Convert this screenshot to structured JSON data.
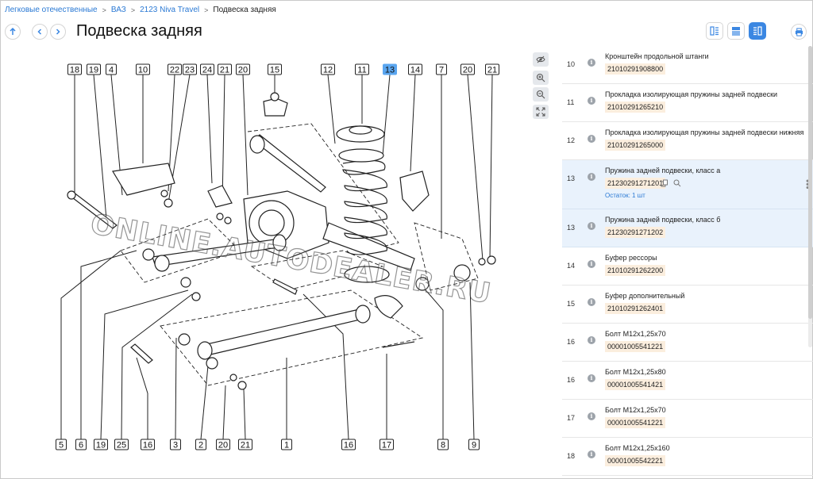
{
  "breadcrumb": {
    "items": [
      "Легковые отечественные",
      "ВАЗ",
      "2123 Niva Travel"
    ],
    "current": "Подвеска задняя"
  },
  "page": {
    "title": "Подвеска задняя"
  },
  "watermark": "ONLINE.AUTODEALER.RU",
  "diagram": {
    "callouts_top": [
      "18",
      "19",
      "4",
      "10",
      "22",
      "23",
      "24",
      "21",
      "20",
      "15",
      "12",
      "11",
      "13",
      "14",
      "7",
      "20",
      "21"
    ],
    "callouts_bottom": [
      "5",
      "6",
      "19",
      "25",
      "16",
      "3",
      "2",
      "20",
      "21",
      "1",
      "16",
      "17",
      "8",
      "9"
    ],
    "highlighted": "13"
  },
  "parts": [
    {
      "num": "10",
      "name": "Кронштейн продольной штанги",
      "article": "21010291908800"
    },
    {
      "num": "11",
      "name": "Прокладка изолирующая пружины задней подвески",
      "article": "21010291265210"
    },
    {
      "num": "12",
      "name": "Прокладка изолирующая пружины задней подвески нижняя",
      "article": "21010291265000"
    },
    {
      "num": "13",
      "name": "Пружина задней подвески, класс а",
      "article": "21230291271201",
      "stock": "Остаток: 1 шт",
      "highlighted": true
    },
    {
      "num": "13",
      "name": "Пружина задней подвески, класс б",
      "article": "21230291271202",
      "highlighted": true
    },
    {
      "num": "14",
      "name": "Буфер рессоры",
      "article": "21010291262200"
    },
    {
      "num": "15",
      "name": "Буфер дополнительный",
      "article": "21010291262401"
    },
    {
      "num": "16",
      "name": "Болт М12х1,25х70",
      "article": "00001005541221"
    },
    {
      "num": "16",
      "name": "Болт М12х1,25х80",
      "article": "00001005541421"
    },
    {
      "num": "17",
      "name": "Болт М12х1,25х70",
      "article": "00001005541221"
    },
    {
      "num": "18",
      "name": "Болт М12х1,25х160",
      "article": "00001005542221"
    }
  ],
  "colors": {
    "accent": "#3b87e2",
    "link": "#2a79d4",
    "article_bg": "#fbeede",
    "highlight_row": "#e9f2fc"
  }
}
